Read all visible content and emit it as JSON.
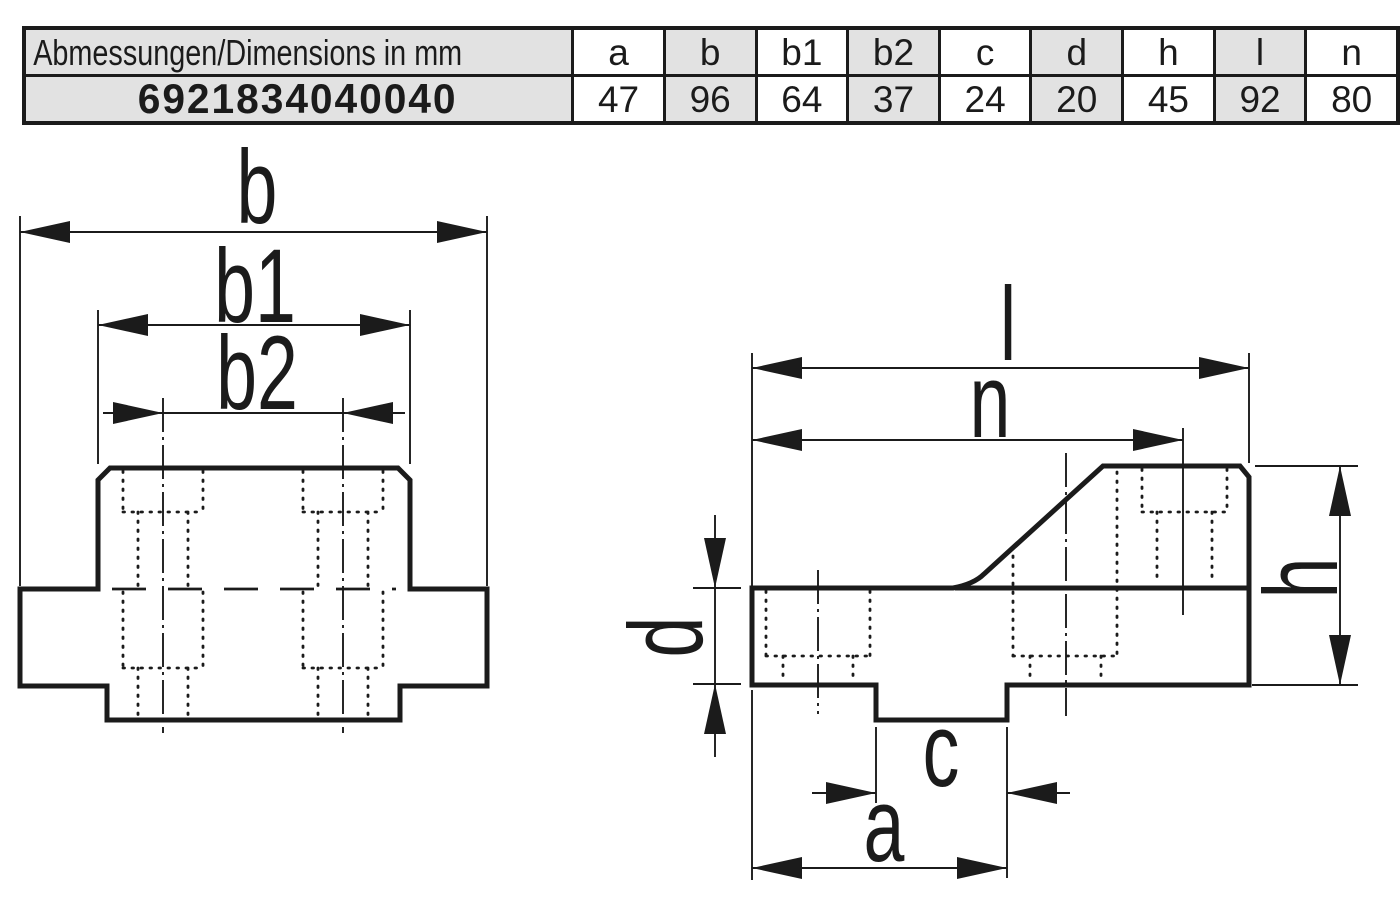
{
  "table": {
    "label_header": "Abmessungen/Dimensions in mm",
    "part_number": "6921834040040",
    "dim_headers": [
      "a",
      "b",
      "b1",
      "b2",
      "c",
      "d",
      "h",
      "l",
      "n"
    ],
    "dim_values": [
      "47",
      "96",
      "64",
      "37",
      "24",
      "20",
      "45",
      "92",
      "80"
    ],
    "shaded_columns": [
      "label",
      "b",
      "b2",
      "d",
      "l"
    ]
  },
  "front_view": {
    "labels": {
      "b": "b",
      "b1": "b1",
      "b2": "b2"
    }
  },
  "side_view": {
    "labels": {
      "l": "l",
      "n": "n",
      "d": "d",
      "h": "h",
      "c": "c",
      "a": "a"
    }
  },
  "colors": {
    "line": "#1b1b1b",
    "cell_shade": "#e2e2e2",
    "background": "#ffffff"
  }
}
